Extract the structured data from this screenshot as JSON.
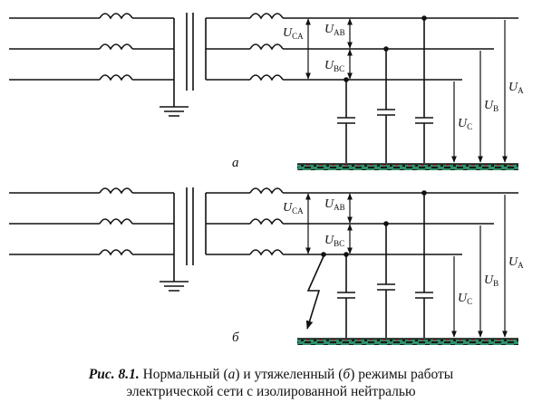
{
  "panels": [
    {
      "id": "a",
      "label": "а",
      "fault": false
    },
    {
      "id": "b",
      "label": "б",
      "fault": true
    }
  ],
  "voltage_labels": {
    "U_CA": {
      "var": "U",
      "sub": "CA"
    },
    "U_AB": {
      "var": "U",
      "sub": "AB"
    },
    "U_BC": {
      "var": "U",
      "sub": "BC"
    },
    "U_A": {
      "var": "U",
      "sub": "A"
    },
    "U_B": {
      "var": "U",
      "sub": "B"
    },
    "U_C": {
      "var": "U",
      "sub": "C"
    }
  },
  "caption": {
    "fig_num": "Рис. 8.1.",
    "part1": " Нормальный (",
    "a": "а",
    "part2": ") и утяжеленный (",
    "b": "б",
    "part3": ") режимы работы",
    "line2": "электрической сети с изолированной нейтралью"
  },
  "colors": {
    "ink": "#111111",
    "ground_green": "#2f8f6a",
    "ground_dark": "#1a1a1a",
    "ground_red": "#b03030"
  }
}
